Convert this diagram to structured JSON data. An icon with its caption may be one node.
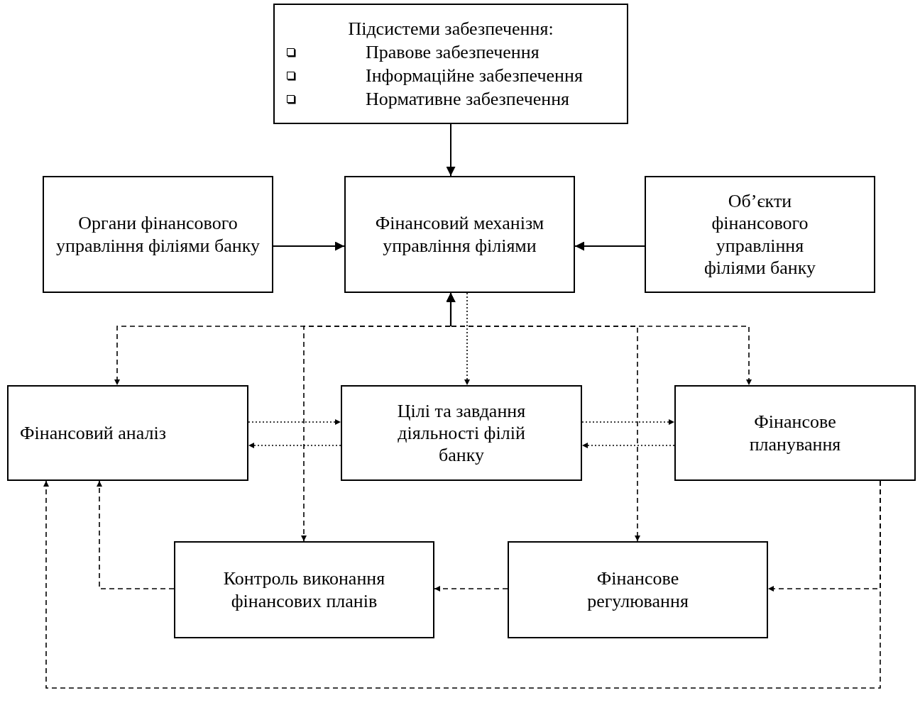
{
  "diagram": {
    "nodes": [
      {
        "text": [
          "Підсистеми забезпечення:",
          "Правове забезпечення",
          "Інформаційне забезпечення",
          "Нормативне забезпечення"
        ]
      },
      {
        "text": [
          "Органи фінансового управління філіями банку"
        ]
      },
      {
        "text": [
          "Фінансовий механізм управління філіями"
        ]
      },
      {
        "text": [
          "Об’єкти фінансового управління філіями банку"
        ]
      },
      {
        "text": [
          "Фінансовий аналіз"
        ]
      },
      {
        "text": [
          "Цілі та завдання діяльності філій банку"
        ]
      },
      {
        "text": [
          "Фінансове планування"
        ]
      },
      {
        "text": [
          "Контроль виконання фінансових планів"
        ]
      },
      {
        "text": [
          "Фінансове регулювання"
        ]
      }
    ],
    "edges": [
      {
        "from": 0,
        "to": 2,
        "arrow": "to"
      },
      {
        "from": 1,
        "to": 2,
        "arrow": "to"
      },
      {
        "from": 3,
        "to": 2,
        "arrow": "to"
      },
      {
        "from": 2,
        "to": 4,
        "arrow": "both",
        "style": "dashed"
      },
      {
        "from": 2,
        "to": 7,
        "arrow": "both",
        "style": "dashed"
      },
      {
        "from": 2,
        "to": 8,
        "arrow": "both",
        "style": "dashed"
      },
      {
        "from": 2,
        "to": 6,
        "arrow": "both",
        "style": "dashed"
      },
      {
        "from": 2,
        "to": 5,
        "arrow": "to",
        "style": "dashed"
      },
      {
        "from": 4,
        "to": 5,
        "arrow": "to",
        "style": "dashed"
      },
      {
        "from": 5,
        "to": 4,
        "arrow": "to",
        "style": "dashed"
      },
      {
        "from": 5,
        "to": 6,
        "arrow": "to",
        "style": "dashed"
      },
      {
        "from": 6,
        "to": 5,
        "arrow": "to",
        "style": "dashed"
      },
      {
        "from": 6,
        "to": 8,
        "arrow": "to",
        "style": "dashed"
      },
      {
        "from": 6,
        "to": 4,
        "arrow": "to",
        "style": "dashed"
      },
      {
        "from": 8,
        "to": 7,
        "arrow": "to",
        "style": "dashed"
      },
      {
        "from": 7,
        "to": 4,
        "arrow": "to",
        "style": "dashed"
      }
    ]
  }
}
